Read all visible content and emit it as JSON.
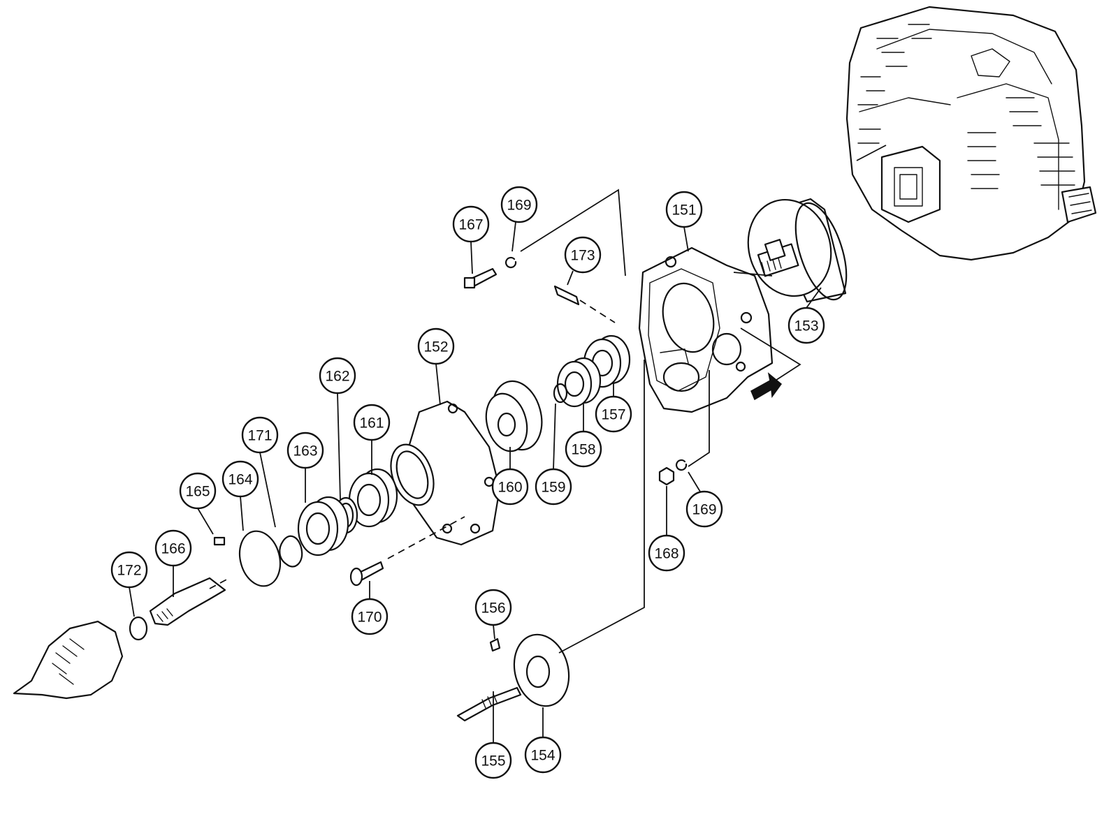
{
  "callouts": [
    {
      "id": "c151",
      "label": "151"
    },
    {
      "id": "c152",
      "label": "152"
    },
    {
      "id": "c153",
      "label": "153"
    },
    {
      "id": "c154",
      "label": "154"
    },
    {
      "id": "c155",
      "label": "155"
    },
    {
      "id": "c156",
      "label": "156"
    },
    {
      "id": "c157",
      "label": "157"
    },
    {
      "id": "c158",
      "label": "158"
    },
    {
      "id": "c159",
      "label": "159"
    },
    {
      "id": "c160",
      "label": "160"
    },
    {
      "id": "c161",
      "label": "161"
    },
    {
      "id": "c162",
      "label": "162"
    },
    {
      "id": "c163",
      "label": "163"
    },
    {
      "id": "c164",
      "label": "164"
    },
    {
      "id": "c165",
      "label": "165"
    },
    {
      "id": "c166",
      "label": "166"
    },
    {
      "id": "c167",
      "label": "167"
    },
    {
      "id": "c168",
      "label": "168"
    },
    {
      "id": "c169a",
      "label": "169"
    },
    {
      "id": "c169b",
      "label": "169"
    },
    {
      "id": "c170",
      "label": "170"
    },
    {
      "id": "c171",
      "label": "171"
    },
    {
      "id": "c172",
      "label": "172"
    },
    {
      "id": "c173",
      "label": "173"
    }
  ]
}
